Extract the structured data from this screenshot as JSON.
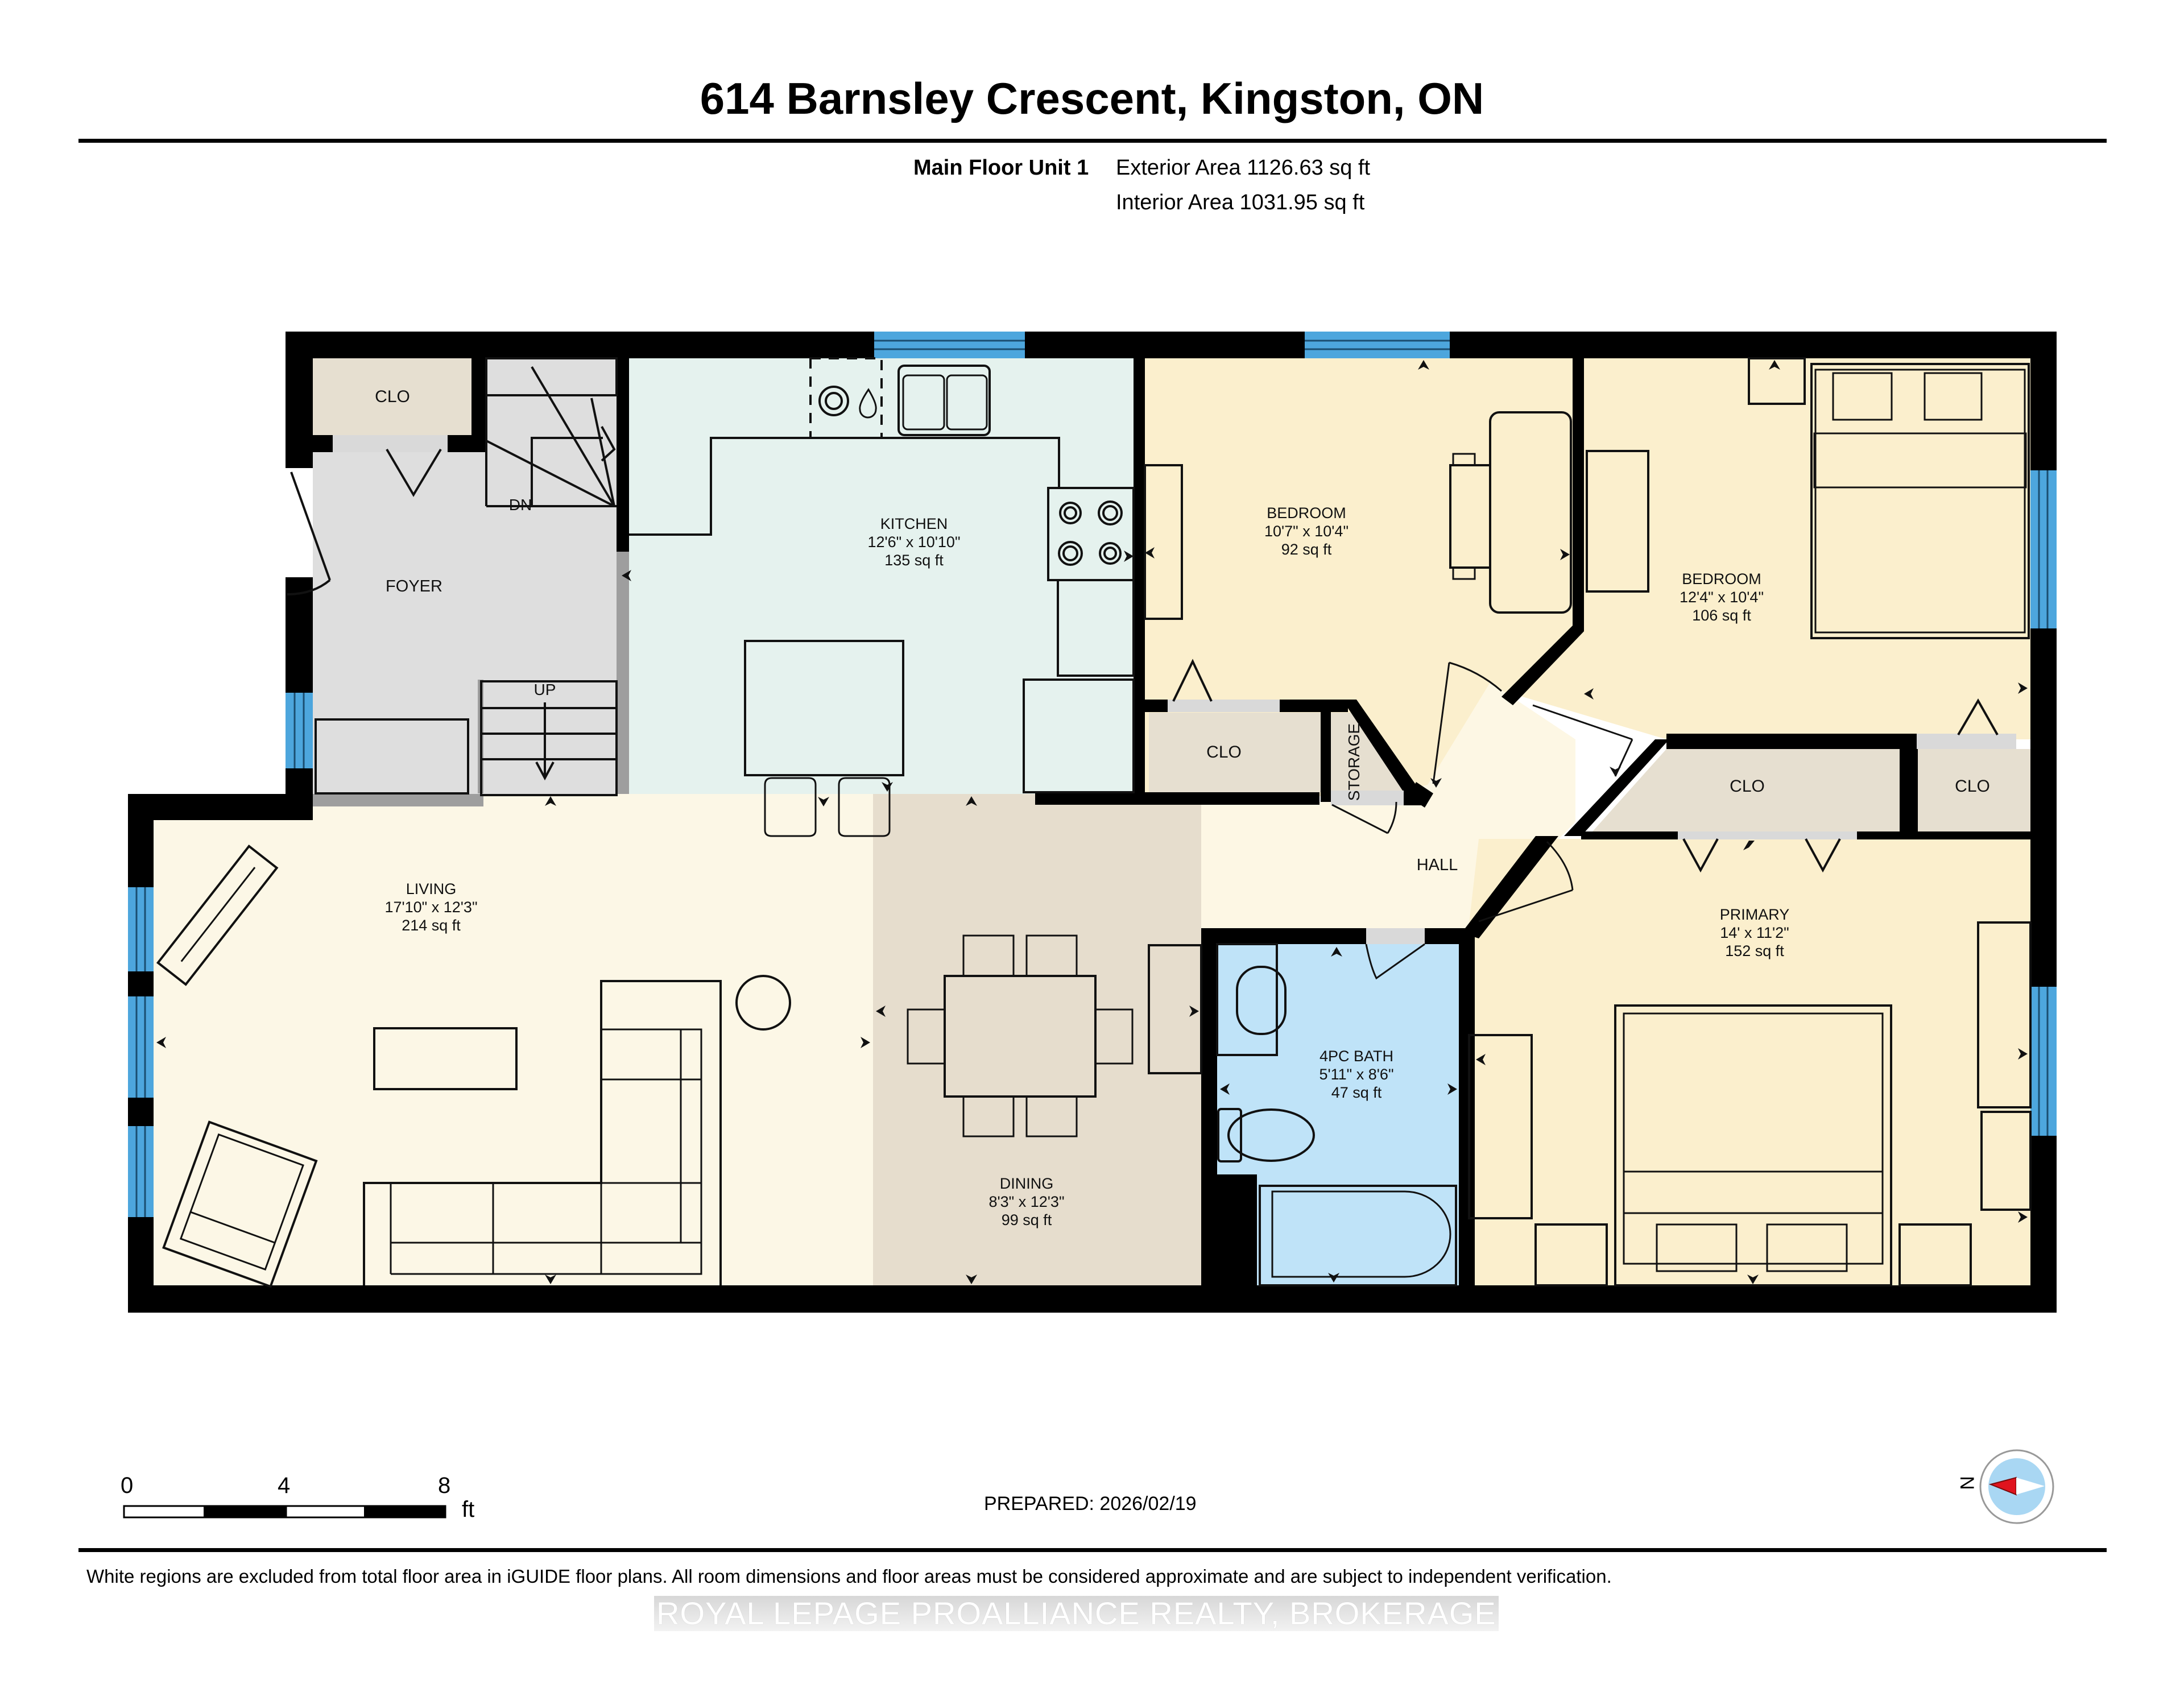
{
  "header": {
    "title": "614 Barnsley Crescent, Kingston, ON",
    "floor_name": "Main Floor Unit 1",
    "exterior_area": "Exterior Area 1126.63 sq ft",
    "interior_area": "Interior Area 1031.95 sq ft"
  },
  "rooms": {
    "clo_foyer": {
      "name": "CLO"
    },
    "foyer": {
      "name": "FOYER"
    },
    "stairs_down": {
      "label": "DN"
    },
    "stairs_up": {
      "label": "UP"
    },
    "kitchen": {
      "name": "KITCHEN",
      "dims": "12'6\" x 10'10\"",
      "area": "135 sq ft"
    },
    "bedroom1": {
      "name": "BEDROOM",
      "dims": "10'7\" x 10'4\"",
      "area": "92 sq ft"
    },
    "bedroom2": {
      "name": "BEDROOM",
      "dims": "12'4\" x 10'4\"",
      "area": "106 sq ft"
    },
    "clo_bed1": {
      "name": "CLO"
    },
    "storage": {
      "name": "STORAGE"
    },
    "clo_primary": {
      "name": "CLO"
    },
    "clo_bed2": {
      "name": "CLO"
    },
    "hall": {
      "name": "HALL"
    },
    "living": {
      "name": "LIVING",
      "dims": "17'10\" x 12'3\"",
      "area": "214 sq ft"
    },
    "dining": {
      "name": "DINING",
      "dims": "8'3\" x 12'3\"",
      "area": "99 sq ft"
    },
    "bath": {
      "name": "4PC BATH",
      "dims": "5'11\" x 8'6\"",
      "area": "47 sq ft"
    },
    "primary": {
      "name": "PRIMARY",
      "dims": "14' x 11'2\"",
      "area": "152 sq ft"
    }
  },
  "colors": {
    "wall": "#000000",
    "window": "#4da6dd",
    "closet": "#e6dfd0",
    "foyer": "#dedede",
    "kitchen": "#e5f2ee",
    "bedroom": "#fbefcd",
    "living": "#fcf7e6",
    "dining": "#e6ddcd",
    "hall": "#fdf7e4",
    "bath": "#bfe3f8",
    "door_opening": "#d9d9d9"
  },
  "scale_bar": {
    "ticks": [
      "0",
      "4",
      "8"
    ],
    "unit": "ft"
  },
  "footer": {
    "prepared": "PREPARED: 2026/02/19",
    "disclaimer": "White regions are excluded from total floor area in iGUIDE floor plans. All room dimensions and floor areas must be considered approximate and are subject to independent verification.",
    "watermark": "ROYAL LEPAGE PROALLIANCE REALTY, BROKERAGE"
  },
  "compass": {
    "north_label": "N",
    "icon": "compass-icon"
  }
}
